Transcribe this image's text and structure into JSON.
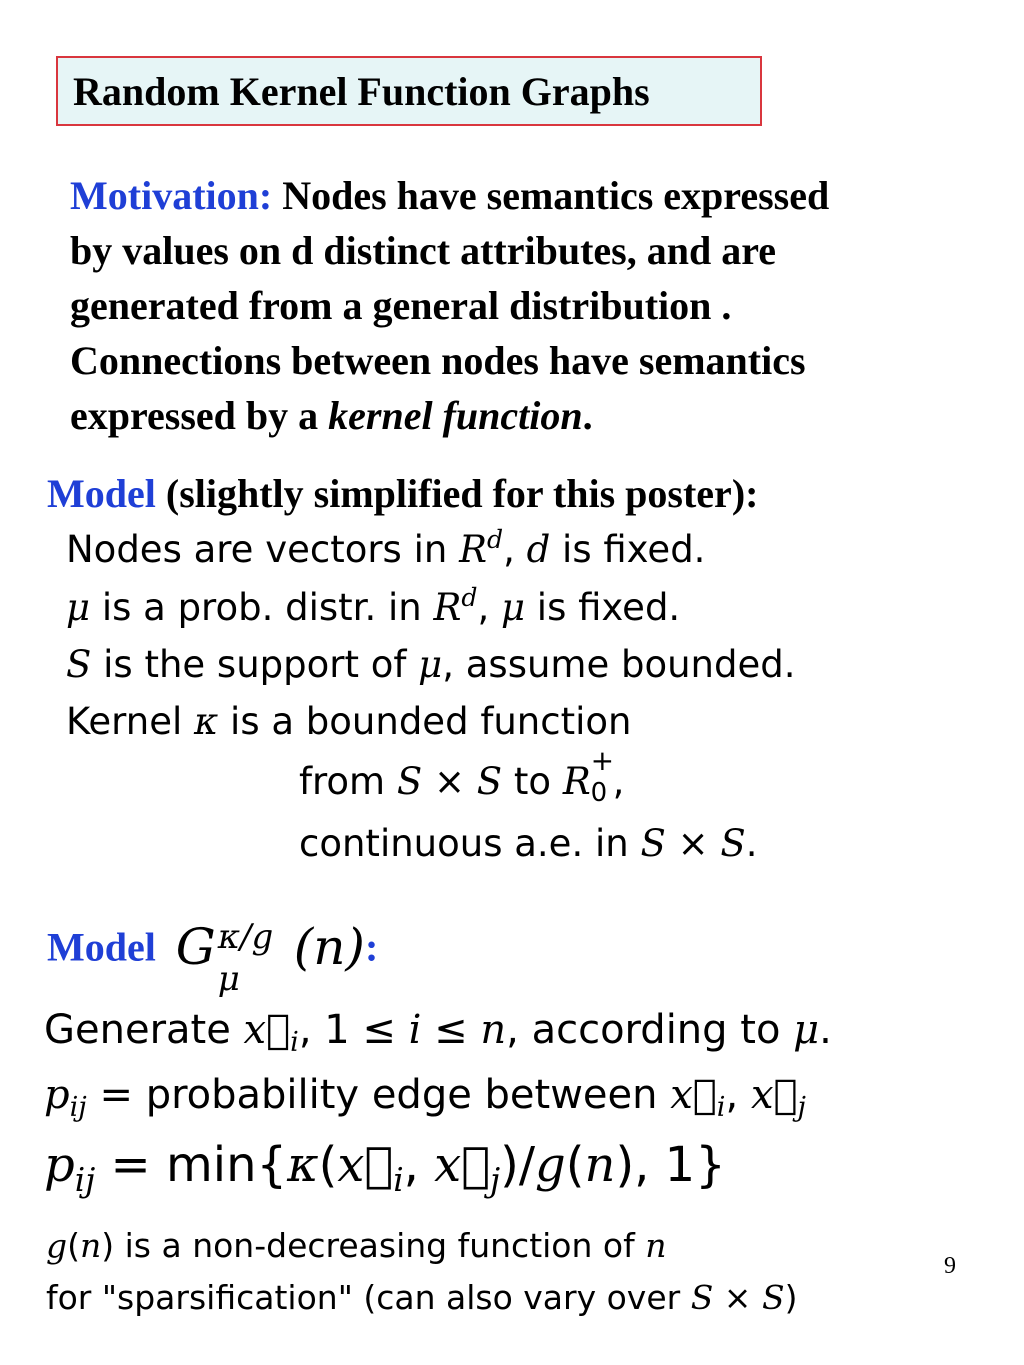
{
  "slide": {
    "title": "Random Kernel Function Graphs",
    "page_number": "9",
    "motivation": {
      "label": "Motivation:",
      "line1": "Nodes have semantics expressed",
      "line2": "by values on d distinct attributes, and are",
      "line3": "generated from a general distribution .",
      "line4": "Connections between nodes have semantics",
      "line5_prefix": "expressed by a ",
      "line5_italic": "kernel function",
      "line5_suffix": "."
    },
    "model1": {
      "label": "Model",
      "subtitle": " (slightly simplified for this poster):",
      "lines": [
        "Nodes are vectors in",
        "is fixed.",
        "is a prob. distr. in",
        "is fixed.",
        "is the support of",
        ", assume bounded.",
        "Kernel",
        "is a bounded function",
        "from",
        "to",
        "continuous a.e. in"
      ]
    },
    "model2": {
      "label": "Model",
      "colon": ":",
      "generate_prefix": "Generate",
      "according": ", according to",
      "prob_text": "probability edge between",
      "min_text": "min",
      "g_line1": "is a non-decreasing function of",
      "g_line2_prefix": "for \"sparsification\" (can also vary over"
    }
  }
}
